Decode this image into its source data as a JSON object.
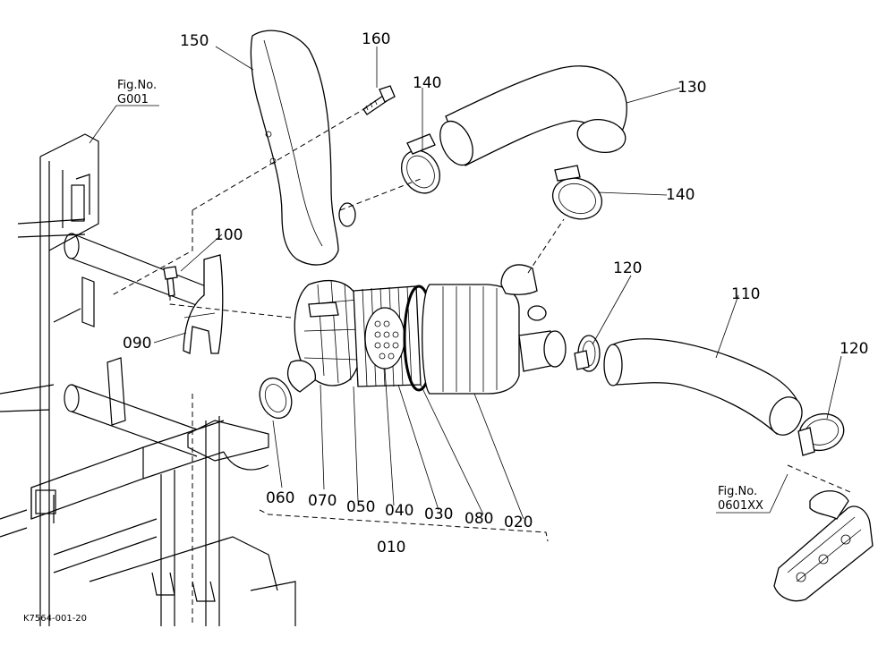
{
  "diagram": {
    "drawing_code": "K7564-001-20",
    "figure_refs": [
      {
        "title": "Fig.No.",
        "number": "G001"
      },
      {
        "title": "Fig.No.",
        "number": "0601XX"
      }
    ],
    "callouts": {
      "c150": "150",
      "c160": "160",
      "c140a": "140",
      "c130": "130",
      "c140b": "140",
      "c100": "100",
      "c120a": "120",
      "c110": "110",
      "c120b": "120",
      "c090": "090",
      "c060": "060",
      "c070": "070",
      "c050": "050",
      "c040": "040",
      "c030": "030",
      "c080": "080",
      "c020": "020",
      "c010": "010"
    }
  }
}
